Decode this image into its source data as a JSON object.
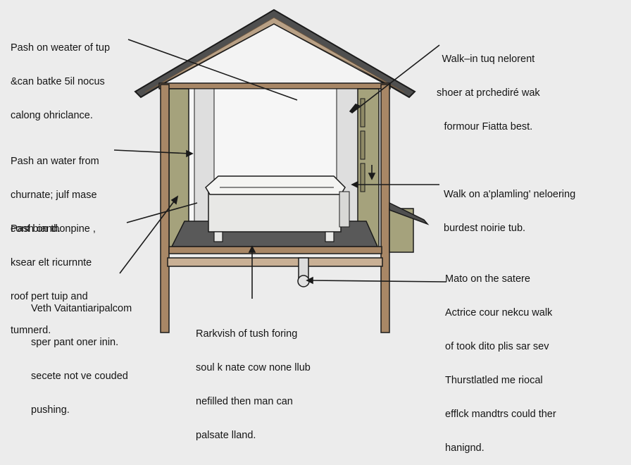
{
  "callouts": {
    "roof_top_left": [
      "Pash on weater of tup",
      "&can batke 5il nocus",
      "calong ohriclance."
    ],
    "roof_top_right": [
      "Walk–in tuq nelorent",
      "shoer at prchediré wak",
      "formour Fiatta best."
    ],
    "wall_left": [
      "Pash an water from",
      "churnate; julf mase",
      "cont biand."
    ],
    "tub_right": [
      "Walk on a'plamling' neloering",
      "burdest noirie tub."
    ],
    "floor_left": [
      "Pash on thonpine ,",
      "ksear elt ricurnnte",
      "roof pert tuip and",
      "tumnerd."
    ],
    "drain_right": [
      "Mato on the satere",
      "Actrice cour nekcu walk",
      "of took dito plis sar sev",
      "Thurstlatled me riocal",
      "efflck mandtrs could ther",
      "hanignd."
    ],
    "bottom_left": [
      "Veth Vaitantiaripalcom",
      "sper pant oner inin.",
      "secete not ve couded",
      "pushing."
    ],
    "bottom_center": [
      "Rarkvish of tush foring",
      "soul k nate cow none llub",
      "nefilled then man can",
      "palsate lland."
    ]
  },
  "colors": {
    "roof": "#4f4f4f",
    "frame_wood": "#a88766",
    "wall_olive": "#a5a27c",
    "tub": "#e8e8e6",
    "floor": "#595959",
    "line": "#1a1a1a"
  }
}
